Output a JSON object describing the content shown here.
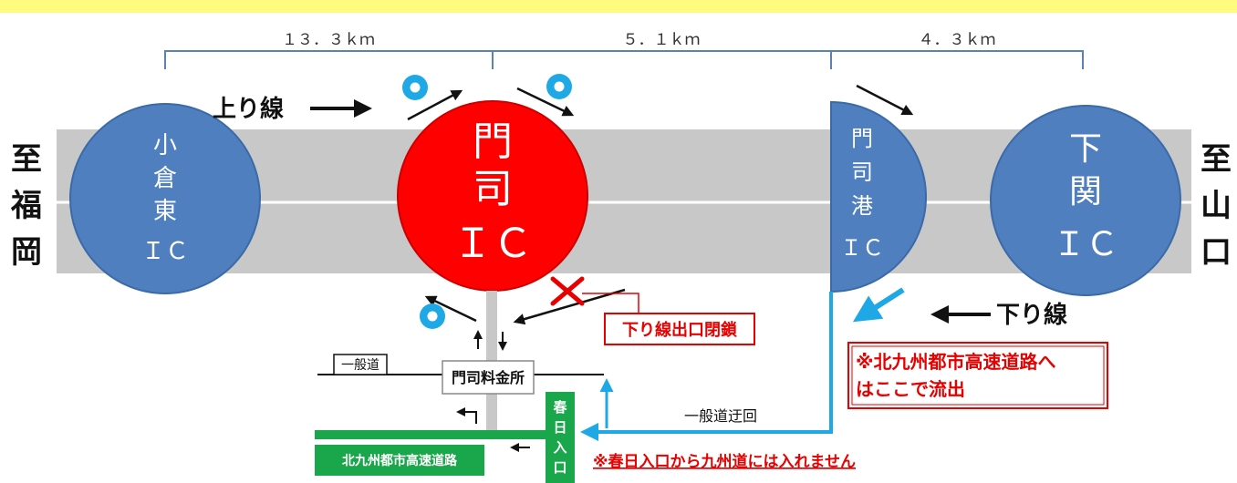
{
  "distances": {
    "seg1": "１３．３ｋｍ",
    "seg2": "５．１ｋｍ",
    "seg3": "４．３ｋｍ"
  },
  "directions": {
    "left": [
      "至",
      "福",
      "岡"
    ],
    "right": [
      "至",
      "山",
      "口"
    ],
    "up_line": "上り線",
    "down_line": "下り線"
  },
  "interchanges": {
    "kokura_higashi": [
      "小",
      "倉",
      "東",
      "ＩＣ"
    ],
    "moji": [
      "門",
      "司",
      "ＩＣ"
    ],
    "mojiko": [
      "門",
      "司",
      "港",
      "ＩＣ"
    ],
    "shimonoseki": [
      "下",
      "関",
      "ＩＣ"
    ]
  },
  "labels": {
    "closure": "下り線出口閉鎖",
    "general_road": "一般道",
    "toll_gate": "門司料金所",
    "detour": "一般道迂回",
    "kasuga_entrance": [
      "春",
      "日",
      "入",
      "口"
    ],
    "urban_expressway": "北九州都市高速道路",
    "notice_exit": [
      "※北九州都市高速道路へ",
      "はここで流出"
    ],
    "notice_kasuga": "※春日入口から九州道には入れません"
  },
  "colors": {
    "band": "#fffb7e",
    "road": "#c8c8c8",
    "ic_blue": "#4f7fbe",
    "ic_red": "#ff0000",
    "cyan": "#1ea8e6",
    "green": "#1aa64a",
    "alert_red": "#e60000"
  },
  "icons": [
    "ok-circle-icon",
    "closed-x-icon"
  ]
}
